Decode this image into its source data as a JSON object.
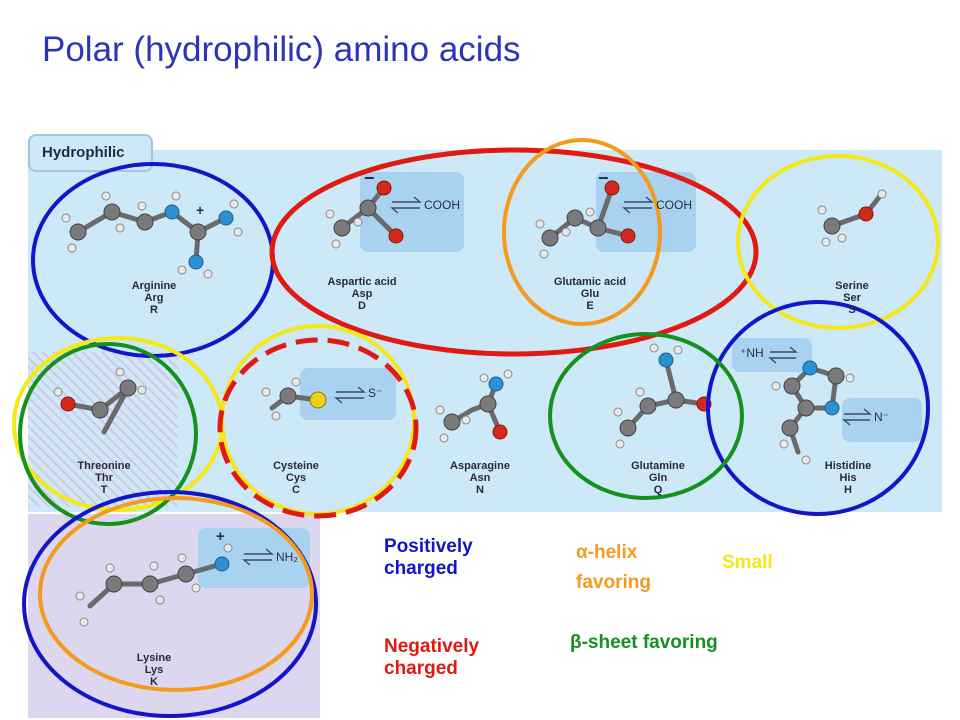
{
  "title": "Polar (hydrophilic) amino acids",
  "header_tab": "Hydrophilic",
  "amino_acids": [
    {
      "name": "Arginine",
      "three": "Arg",
      "one": "R"
    },
    {
      "name": "Aspartic acid",
      "three": "Asp",
      "one": "D"
    },
    {
      "name": "Glutamic acid",
      "three": "Glu",
      "one": "E"
    },
    {
      "name": "Serine",
      "three": "Ser",
      "one": "S"
    },
    {
      "name": "Threonine",
      "three": "Thr",
      "one": "T"
    },
    {
      "name": "Cysteine",
      "three": "Cys",
      "one": "C"
    },
    {
      "name": "Asparagine",
      "three": "Asn",
      "one": "N"
    },
    {
      "name": "Glutamine",
      "three": "Gln",
      "one": "Q"
    },
    {
      "name": "Histidine",
      "three": "His",
      "one": "H"
    },
    {
      "name": "Lysine",
      "three": "Lys",
      "one": "K"
    }
  ],
  "equilibria": {
    "asp": "COOH",
    "glu": "COOH",
    "cys": "S⁻",
    "his_top": "⁺NH",
    "his_bottom": "N⁻",
    "lys": "NH₂"
  },
  "charges": {
    "minus": "−",
    "plus": "+"
  },
  "legend": {
    "positive": "Positively charged",
    "negative": "Negatively charged",
    "alpha": "α-helix favoring",
    "beta": "β-sheet favoring",
    "small": "Small"
  },
  "colors": {
    "title": "#2c35b8",
    "positive": "#1414c8",
    "negative": "#e01a12",
    "alpha": "#f49a1c",
    "beta": "#16901e",
    "small": "#f2e81a",
    "panel": "#cde8f7",
    "lysine_panel": "#dcd6ee"
  }
}
